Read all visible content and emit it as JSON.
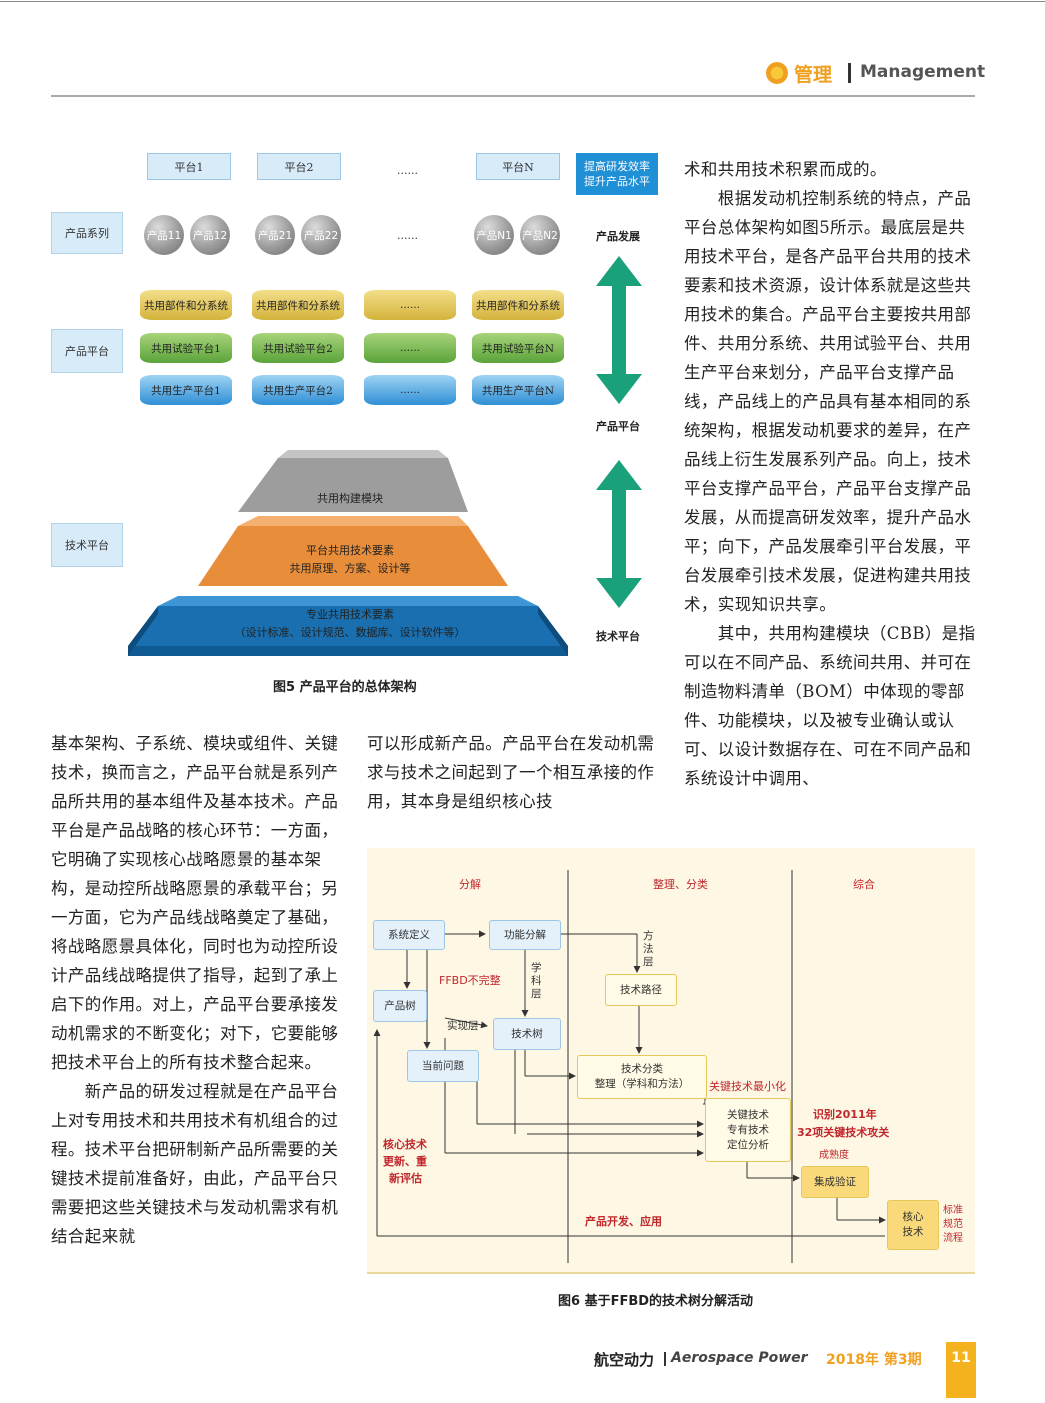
{
  "header": {
    "section_cn": "管理",
    "section_en": "Management"
  },
  "figure5": {
    "platform_headers": [
      "平台1",
      "平台2",
      "......",
      "平台N"
    ],
    "goal_box": "提高研发效率\n提升产品水平",
    "row_labels": {
      "product_series": "产品系列",
      "product_platform": "产品平台",
      "tech_platform": "技术平台"
    },
    "balls": [
      "产品11",
      "产品12",
      "产品21",
      "产品22",
      "产品N1",
      "产品N2"
    ],
    "series_dots": "......",
    "disc_rows": {
      "yellow": [
        "共用部件和分系统",
        "共用部件和分系统",
        "......",
        "共用部件和分系统"
      ],
      "green": [
        "共用试验平台1",
        "共用试验平台2",
        "......",
        "共用试验平台N"
      ],
      "blue": [
        "共用生产平台1",
        "共用生产平台2",
        "......",
        "共用生产平台N"
      ]
    },
    "side_labels": {
      "top": "产品发展",
      "middle": "产品平台",
      "bottom": "技术平台"
    },
    "pyramid": {
      "top": "共用构建模块",
      "middle_1": "平台共用技术要素",
      "middle_2": "共用原理、方案、设计等",
      "bottom_1": "专业共用技术要素",
      "bottom_2": "（设计标准、设计规范、数据库、设计软件等）"
    },
    "caption": "图5  产品平台的总体架构"
  },
  "right_column_top": [
    "术和共用技术积累而成的。",
    "　　根据发动机控制系统的特点，产品平台总体架构如图5所示。最底层是共用技术平台，是各产品平台共用的技术要素和技术资源，设计体系就是这些共用技术的集合。产品平台主要按共用部件、共用分系统、共用试验平台、共用生产平台来划分，产品平台支撑产品线，产品线上的产品具有基本相同的系统架构，根据发动机要求的差异，在产品线上衍生发展系列产品。向上，技术平台支撑产品平台，产品平台支撑产品发展，从而提高研发效率，提升产品水平；向下，产品发展牵引平台发展，平台发展牵引技术发展，促进构建共用技术，实现知识共享。",
    "　　其中，共用构建模块（CBB）是指可以在不同产品、系统间共用、并可在制造物料清单（BOM）中体现的零部件、功能模块，以及被专业确认或认可、以设计数据存在、可在不同产品和系统设计中调用、"
  ],
  "left_column": [
    "基本架构、子系统、模块或组件、关键技术，换而言之，产品平台就是系列产品所共用的基本组件及基本技术。产品平台是产品战略的核心环节：一方面，它明确了实现核心战略愿景的基本架构，是动控所战略愿景的承载平台；另一方面，它为产品线战略奠定了基础，将战略愿景具体化，同时也为动控所设计产品线战略提供了指导，起到了承上启下的作用。对上，产品平台要承接发动机需求的不断变化；对下，它要能够把技术平台上的所有技术整合起来。",
    "　　新产品的研发过程就是在产品平台上对专用技术和共用技术有机组合的过程。技术平台把研制新产品所需要的关键技术提前准备好，由此，产品平台只需要把这些关键技术与发动机需求有机结合起来就"
  ],
  "middle_column": "可以形成新产品。产品平台在发动机需求与技术之间起到了一个相互承接的作用，其本身是组织核心技",
  "figure6": {
    "phases": [
      "分解",
      "整理、分类",
      "综合"
    ],
    "boxes": {
      "system_def": "系统定义",
      "func_decomp": "功能分解",
      "product_tree": "产品树",
      "tech_tree": "技术树",
      "current_issue": "当前问题",
      "tech_path": "技术路径",
      "tech_classify_1": "技术分类",
      "tech_classify_2": "整理（学科和方法）",
      "key_tech_1": "关键技术",
      "key_tech_2": "专有技术",
      "key_tech_3": "定位分析",
      "integration": "集成验证",
      "core_1": "核心",
      "core_2": "技术"
    },
    "labels": {
      "ffbd": "FFBD不完整",
      "discipline": "学\n科\n层",
      "method": "方\n法\n层",
      "impl": "实现层",
      "key_min": "关键技术最小化",
      "identify_1": "识别2011年",
      "identify_2": "32项关键技术攻关",
      "maturity": "成熟度",
      "core_update_1": "核心技术",
      "core_update_2": "更新、重",
      "core_update_3": "新评估",
      "dev_app": "产品开发、应用",
      "standard": "标准\n规范\n流程"
    },
    "caption": "图6  基于FFBD的技术树分解活动"
  },
  "footer": {
    "magazine_cn": "航空动力",
    "magazine_en": "Aerospace Power",
    "issue": "2018年 第3期",
    "page": "11"
  },
  "colors": {
    "accent": "#f0a020",
    "blue": "#1f8fd6",
    "red": "#c1272d",
    "arrow": "#1aa07a"
  }
}
